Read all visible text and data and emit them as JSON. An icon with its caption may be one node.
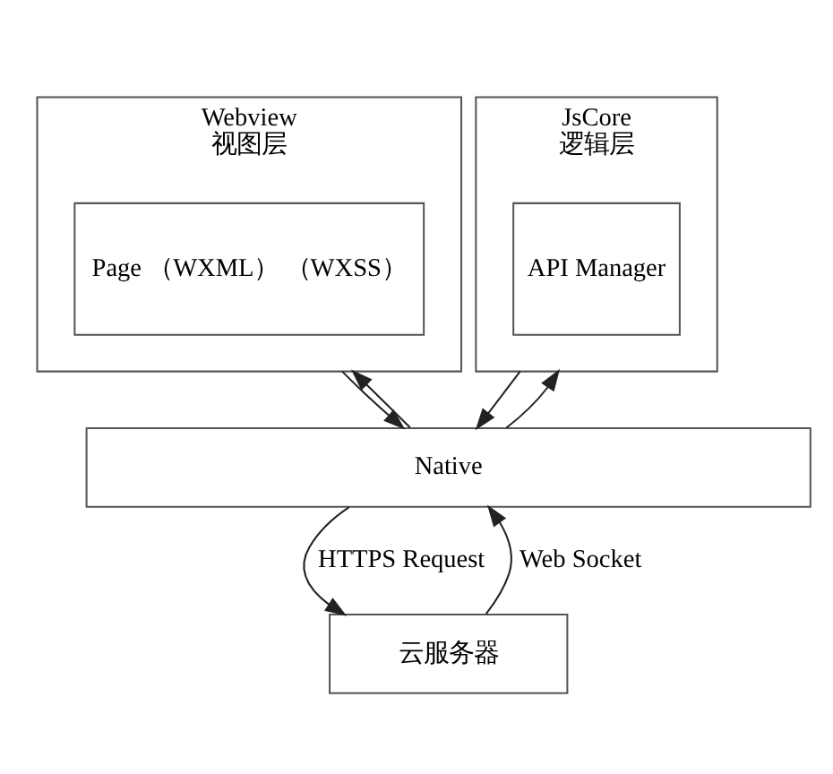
{
  "diagram": {
    "nodes": [
      {
        "text": [
          "Webview",
          "视图层"
        ]
      },
      {
        "text": [
          "Page （WXML） （WXSS）"
        ],
        "in": 0
      },
      {
        "text": [
          "JsCore",
          "逻辑层"
        ]
      },
      {
        "text": [
          "API Manager"
        ],
        "in": 2
      },
      {
        "text": [
          "Native"
        ]
      },
      {
        "text": [
          "云服务器"
        ]
      }
    ],
    "edges": [
      {
        "from": 0,
        "to": 4,
        "arrow": "to"
      },
      {
        "from": 4,
        "to": 0,
        "arrow": "to"
      },
      {
        "from": 2,
        "to": 4,
        "arrow": "to"
      },
      {
        "from": 4,
        "to": 2,
        "arrow": "to"
      },
      {
        "from": 4,
        "to": 5,
        "arrow": "to",
        "label": "HTTPS Request"
      },
      {
        "from": 5,
        "to": 4,
        "arrow": "to",
        "label": "Web Socket"
      }
    ]
  }
}
